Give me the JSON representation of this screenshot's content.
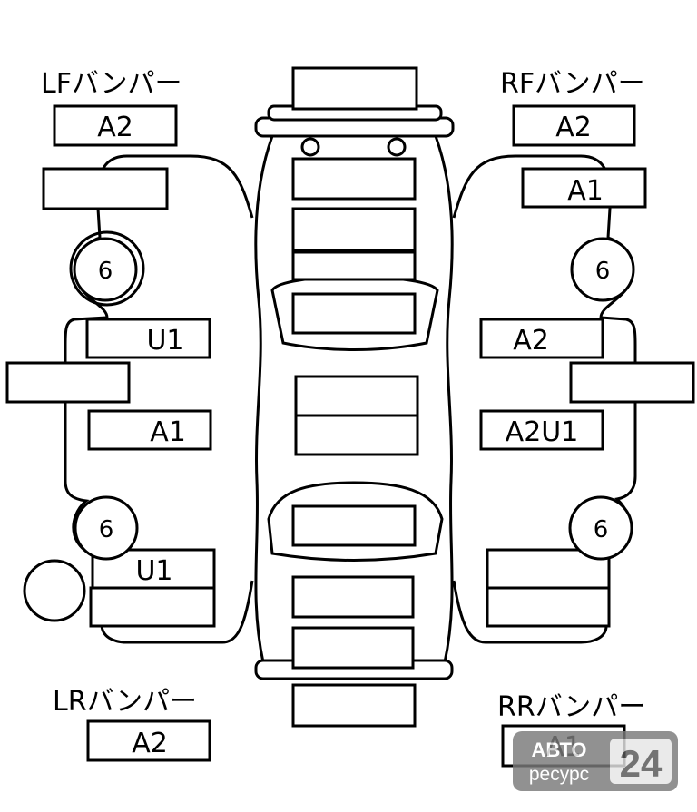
{
  "labels": {
    "lf_bumper": "LFバンパー",
    "rf_bumper": "RFバンパー",
    "lr_bumper": "LRバンパー",
    "rr_bumper": "RRバンパー"
  },
  "codes": {
    "lf_bumper": "A2",
    "rf_bumper": "A2",
    "rf_fender": "A1",
    "lf_door": "U1",
    "lr_door": "A1",
    "rf_door": "A2",
    "rr_door": "A2U1",
    "lr_quarter": "U1",
    "lr_bumper": "A2",
    "rr_bumper": "A1"
  },
  "wheels": {
    "lf": "6",
    "rf": "6",
    "lr": "6",
    "rr": "6"
  },
  "watermark": {
    "line1": "АВТО",
    "line2": "ресурс",
    "digits": "24"
  }
}
